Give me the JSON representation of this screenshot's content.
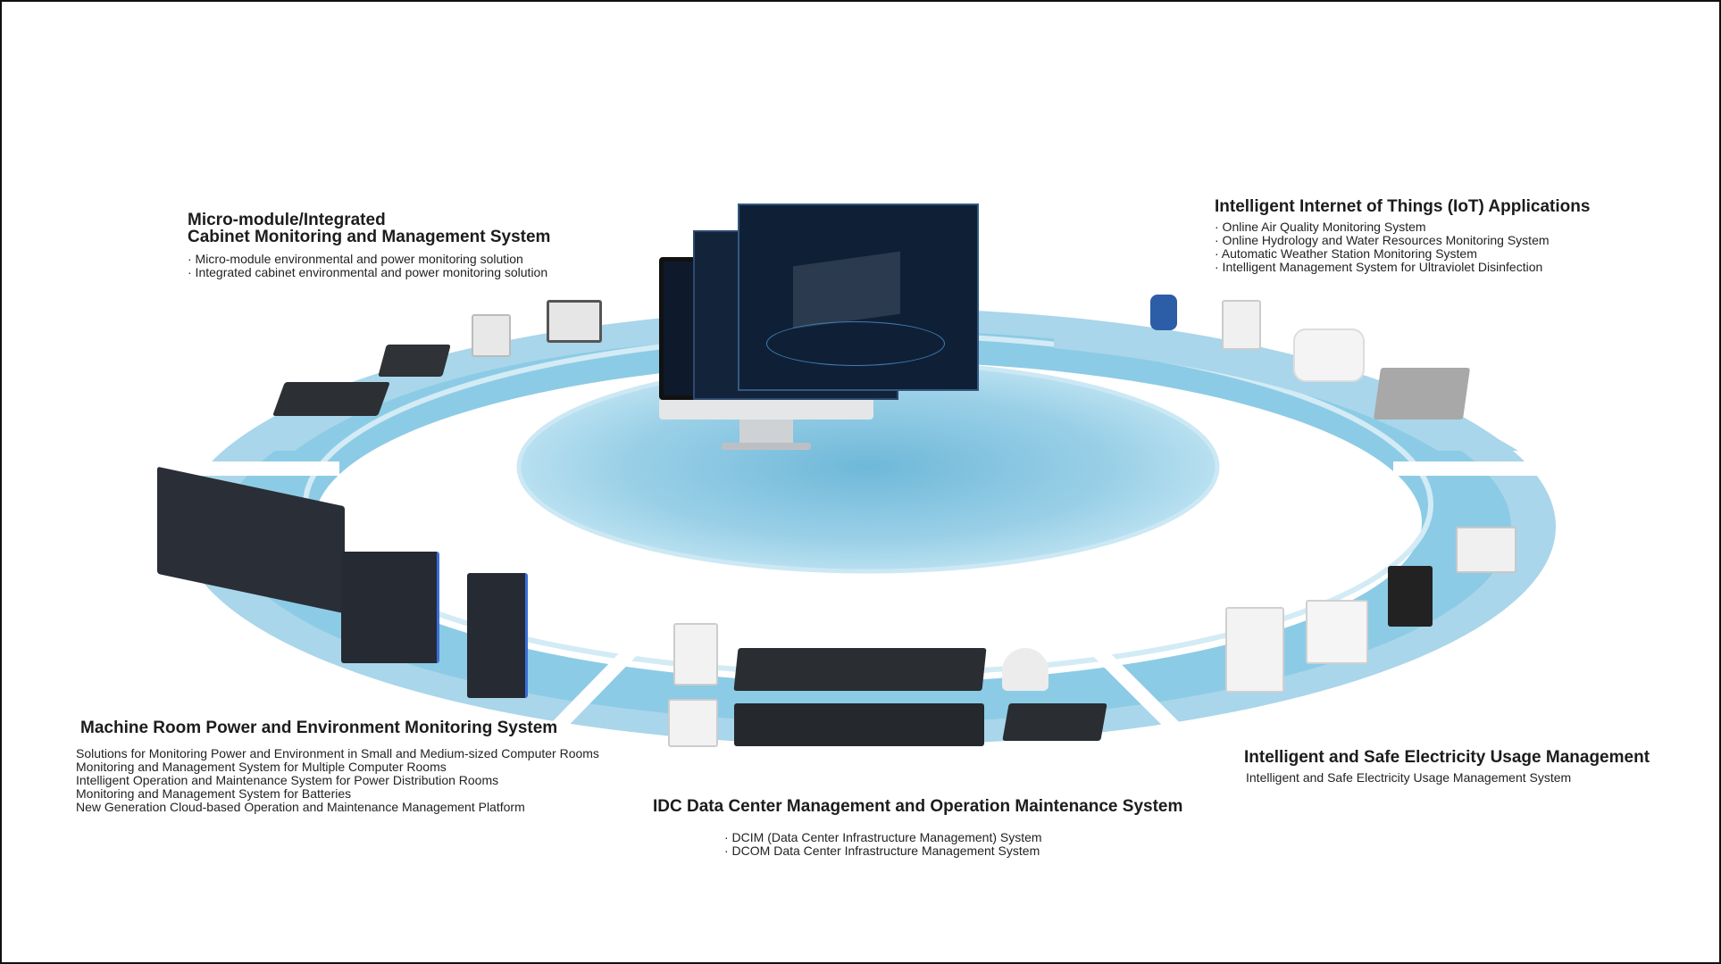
{
  "sections": {
    "micro_module": {
      "title_line1": "Micro-module/Integrated",
      "title_line2": "Cabinet Monitoring and Management System",
      "items": [
        "· Micro-module environmental and power monitoring solution",
        "· Integrated cabinet environmental and power monitoring solution"
      ]
    },
    "iot": {
      "title": "Intelligent Internet of Things (IoT) Applications",
      "items": [
        "· Online Air Quality Monitoring System",
        "· Online Hydrology and Water Resources Monitoring System",
        "· Automatic Weather Station Monitoring System",
        "· Intelligent Management System for Ultraviolet Disinfection"
      ]
    },
    "machine_room": {
      "title": "Machine Room Power and Environment Monitoring System",
      "items": [
        "Solutions for Monitoring Power and Environment in Small and Medium-sized Computer Rooms",
        "Monitoring and Management System for Multiple Computer Rooms",
        "Intelligent Operation and Maintenance System for Power Distribution Rooms",
        "Monitoring and Management System for Batteries",
        "New Generation Cloud-based Operation and Maintenance Management Platform"
      ]
    },
    "idc": {
      "title": "IDC Data Center Management and Operation Maintenance System",
      "items": [
        "· DCIM (Data Center Infrastructure Management) System",
        "· DCOM Data Center Infrastructure Management System"
      ]
    },
    "electricity": {
      "title": "Intelligent and Safe Electricity Usage Management",
      "items": [
        "Intelligent and Safe Electricity Usage Management System"
      ]
    }
  },
  "colors": {
    "ring": "#a9d6ea",
    "ring_dark": "#7cc0de",
    "center": "#8fcbe4",
    "device_dark": "#2b2f36"
  }
}
